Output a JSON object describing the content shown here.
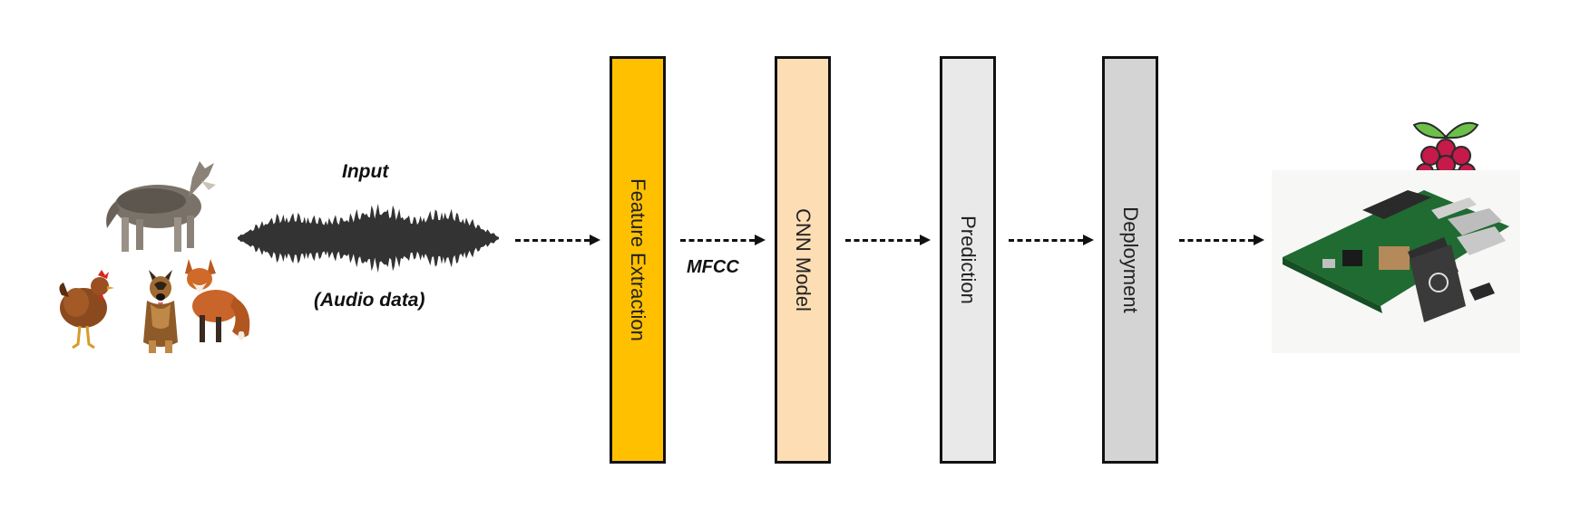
{
  "diagram": {
    "input_label": "Input",
    "audio_label": "(Audio data)",
    "mfcc_label": "MFCC",
    "stages": [
      {
        "label": "Feature Extraction",
        "color": "#FFC000"
      },
      {
        "label": "CNN Model",
        "color": "#FDDEB4"
      },
      {
        "label": "Prediction",
        "color": "#E9E9E9"
      },
      {
        "label": "Deployment",
        "color": "#D4D4D4"
      }
    ],
    "icons": [
      "wolf-icon",
      "chicken-icon",
      "dog-icon",
      "fox-icon",
      "waveform-icon",
      "raspberry-pi-logo-icon",
      "raspberry-pi-board-icon"
    ]
  }
}
